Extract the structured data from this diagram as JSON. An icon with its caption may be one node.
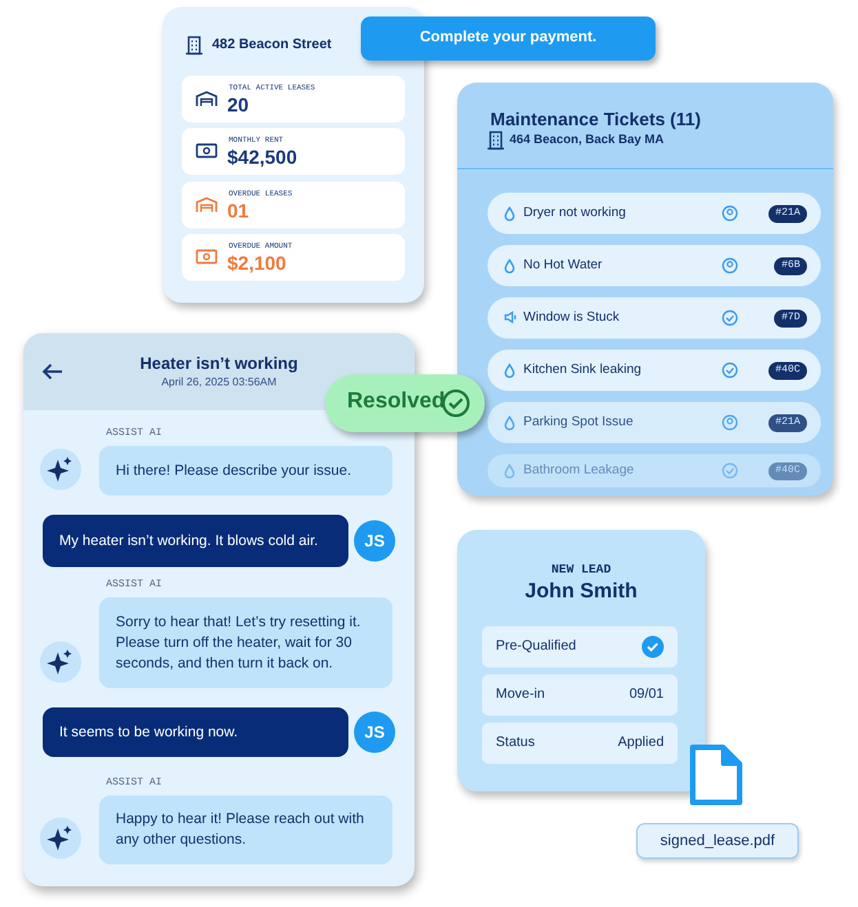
{
  "diagram": {
    "nodes": [
      {
        "text": [
          "482 Beacon Street"
        ]
      },
      {
        "text": [
          "TOTAL ACTIVE LEASES",
          "20"
        ],
        "in": 0
      },
      {
        "text": [
          "MONTHLY RENT",
          "$42,500"
        ],
        "in": 0
      },
      {
        "text": [
          "OVERDUE LEASES",
          "01"
        ],
        "in": 0
      },
      {
        "text": [
          "OVERDUE AMOUNT",
          "$2,100"
        ],
        "in": 0
      },
      {
        "text": [
          "Complete your payment."
        ]
      },
      {
        "text": [
          "Maintenance Tickets (11)",
          "464 Beacon, Back Bay MA"
        ]
      },
      {
        "text": [
          "Dryer not working",
          "#21A"
        ],
        "in": 6
      },
      {
        "text": [
          "No Hot Water",
          "#6B"
        ],
        "in": 6
      },
      {
        "text": [
          "Window is Stuck",
          "#7D"
        ],
        "in": 6
      },
      {
        "text": [
          "Kitchen Sink leaking",
          "#40C"
        ],
        "in": 6
      },
      {
        "text": [
          "Parking Spot Issue",
          "#21A"
        ],
        "in": 6
      },
      {
        "text": [
          "Bathroom Leakage",
          "#40C"
        ],
        "in": 6
      },
      {
        "text": [
          "Heater isn’t working",
          "April 26, 2025 03:56AM"
        ]
      },
      {
        "text": [
          "Resolved"
        ]
      },
      {
        "text": [
          "Hi there! Please describe your issue."
        ],
        "in": 13,
        "beside": [
          "ASSIST AI"
        ]
      },
      {
        "text": [
          "My heater isn’t working. It blows cold air."
        ],
        "in": 13
      },
      {
        "text": [
          "JS"
        ],
        "in": 13
      },
      {
        "text": [
          "Sorry to hear that! Let’s try resetting it. Please turn off the heater, wait for 30 seconds, and then turn it back on."
        ],
        "in": 13,
        "beside": [
          "ASSIST AI"
        ]
      },
      {
        "text": [
          "It seems to be working now."
        ],
        "in": 13
      },
      {
        "text": [
          "JS"
        ],
        "in": 13
      },
      {
        "text": [
          "Happy to hear it! Please reach out with any other questions."
        ],
        "in": 13,
        "beside": [
          "ASSIST AI"
        ]
      },
      {
        "text": [
          "NEW LEAD",
          "John Smith"
        ]
      },
      {
        "text": [
          "Pre-Qualified"
        ],
        "in": 22
      },
      {
        "text": [
          "Move-in",
          "09/01"
        ],
        "in": 22
      },
      {
        "text": [
          "Status",
          "Applied"
        ],
        "in": 22
      },
      {
        "text": [
          "signed_lease.pdf"
        ]
      }
    ]
  }
}
